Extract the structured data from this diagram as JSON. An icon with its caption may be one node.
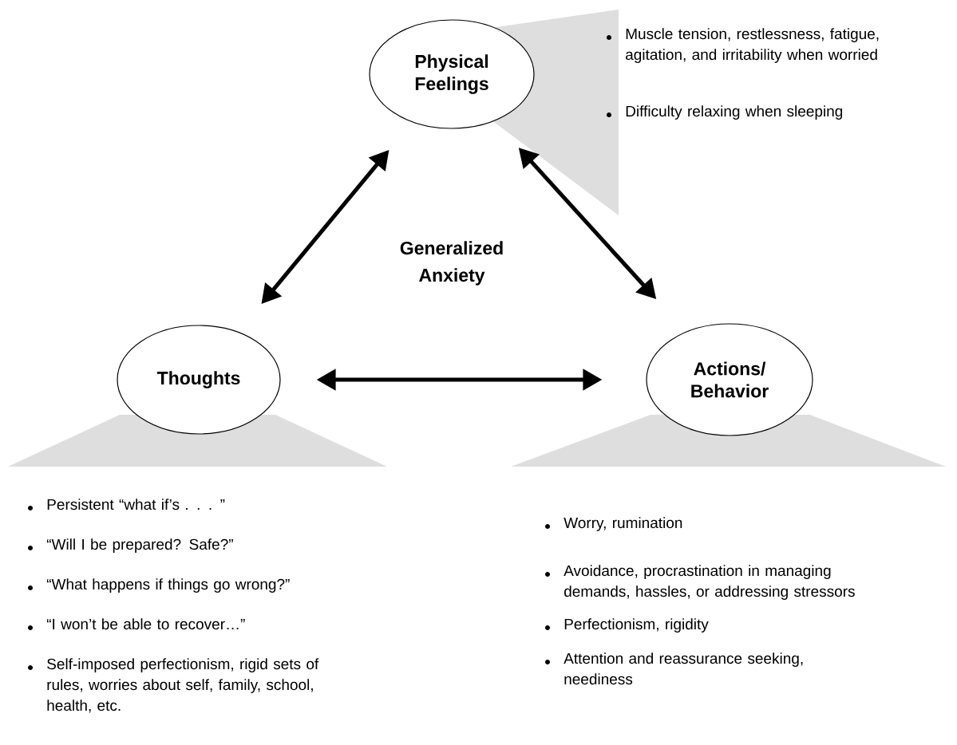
{
  "diagram": {
    "nodes": [
      {
        "text": [
          "Physical Feelings"
        ],
        "beside": [
          "Muscle tension, restlessness, fatigue, agitation, and irritability when worried",
          "Difficulty relaxing when sleeping"
        ]
      },
      {
        "text": [
          "Thoughts"
        ],
        "beside": [
          "Persistent “what if’s . . . ”",
          "“Will I be prepared? Safe?”",
          "“What happens if things go wrong?”",
          "“I won’t be able to recover…”",
          "Self-imposed perfectionism, rigid sets of rules, worries about self, family, school, health, etc."
        ]
      },
      {
        "text": [
          "Actions/ Behavior"
        ],
        "beside": [
          "Worry, rumination",
          "Avoidance, procrastination in managing demands, hassles, or addressing stressors",
          "Perfectionism, rigidity",
          "Attention and reassurance seeking, neediness"
        ]
      }
    ],
    "edges": [
      {
        "from": 0,
        "to": 1,
        "arrow": "both"
      },
      {
        "from": 0,
        "to": 2,
        "arrow": "both"
      },
      {
        "from": 1,
        "to": 2,
        "arrow": "both"
      }
    ],
    "labels": [
      "Generalized Anxiety"
    ]
  }
}
